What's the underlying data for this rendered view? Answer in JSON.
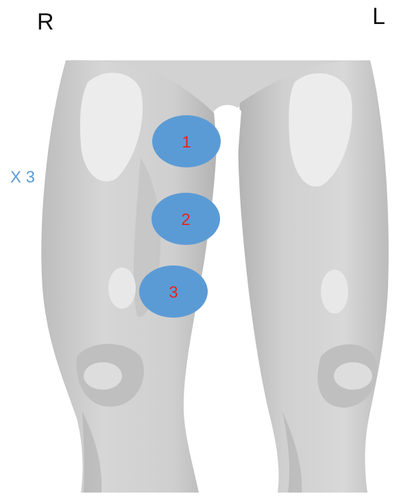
{
  "labels": {
    "right_side": "R",
    "left_side": "L",
    "repetitions": "X 3"
  },
  "injection_sites": [
    {
      "label": "1"
    },
    {
      "label": "2"
    },
    {
      "label": "3"
    }
  ],
  "colors": {
    "marker_fill": "#5b9bd5",
    "marker_text": "#e8231f",
    "repetitions_text": "#5b9bd5",
    "skin_base": "#c9c9c9",
    "skin_highlight": "#e6e6e6",
    "skin_shadow": "#a9a9a9"
  }
}
